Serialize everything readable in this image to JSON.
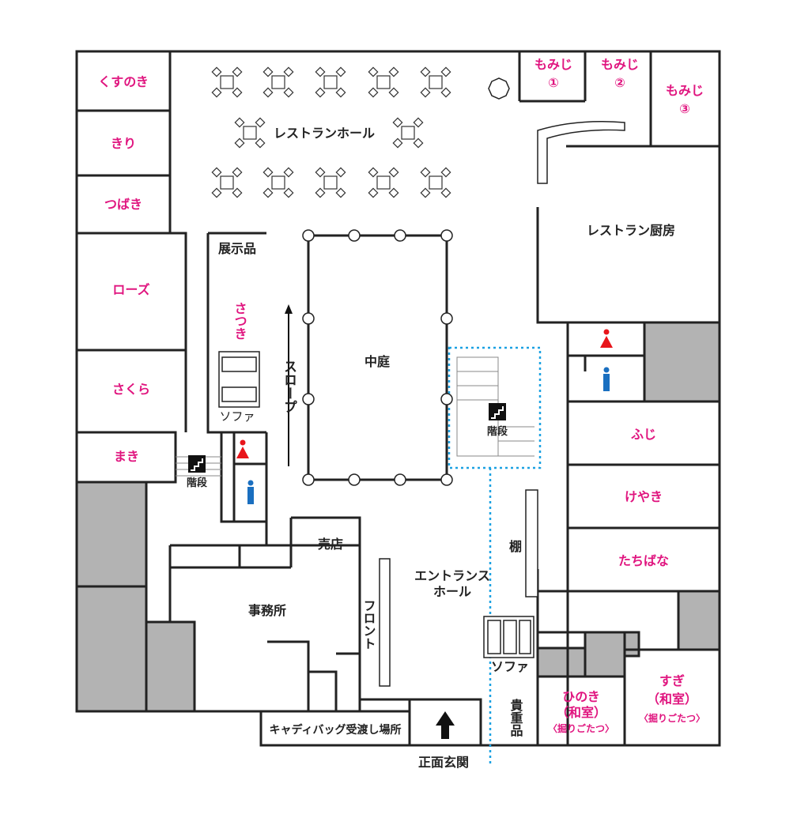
{
  "rooms": {
    "kusunoki": "くすのき",
    "kiri": "きり",
    "tsubaki": "つばき",
    "rose": "ローズ",
    "sakura": "さくら",
    "maki": "まき",
    "momiji1": [
      "もみじ",
      "①"
    ],
    "momiji2": [
      "もみじ",
      "②"
    ],
    "momiji3": [
      "もみじ",
      "③"
    ],
    "satsuki": "さつき",
    "fuji": "ふじ",
    "keyaki": "けやき",
    "tachibana": "たちばな",
    "hinoki": [
      "ひのき",
      "（和室）",
      "〈掘りごたつ〉"
    ],
    "sugi": [
      "すぎ",
      "（和室）",
      "〈掘りごたつ〉"
    ]
  },
  "areas": {
    "restaurant_hall": "レストランホール",
    "restaurant_kitchen": "レストラン厨房",
    "exhibits": "展示品",
    "sofa_left": "ソファ",
    "slope": "スロープ",
    "courtyard": "中庭",
    "stairs_center": "階段",
    "stairs_left": "階段",
    "shop": "売店",
    "office": "事務所",
    "front": "フロント",
    "entrance_hall": [
      "エントランス",
      "ホール"
    ],
    "shelf": "棚",
    "sofa_right": "ソファ",
    "valuables": "貴重品",
    "caddy_bag": "キャディバッグ受渡し場所",
    "main_entrance": "正面玄関"
  },
  "colors": {
    "room_label": "#e0157f",
    "female_toilet": "#e8151b",
    "male_toilet": "#1a6fc0",
    "route": "#1ba1e2",
    "gray_block": "#b3b3b3"
  }
}
